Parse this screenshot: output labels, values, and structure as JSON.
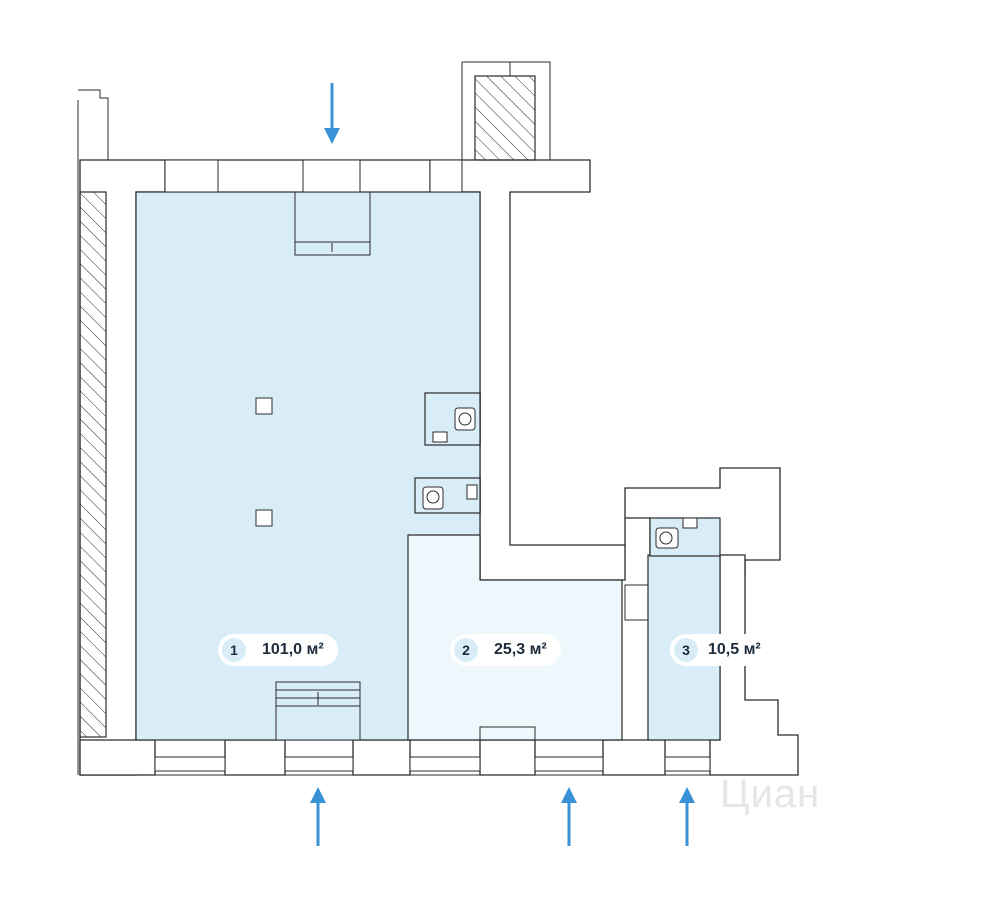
{
  "rooms": [
    {
      "number": "1",
      "area": "101,0 м²"
    },
    {
      "number": "2",
      "area": "25,3 м²"
    },
    {
      "number": "3",
      "area": "10,5 м²"
    }
  ],
  "entrances": [
    {
      "direction": "down"
    },
    {
      "direction": "up"
    },
    {
      "direction": "up"
    },
    {
      "direction": "up"
    }
  ],
  "watermark": "Циан",
  "colors": {
    "room_fill": "#d9edf8",
    "room_fill_light": "#eef7fc",
    "wall_stroke": "#2b2b2b",
    "entrance_arrow": "#3a92d6",
    "label_text": "#1d2b3a"
  }
}
